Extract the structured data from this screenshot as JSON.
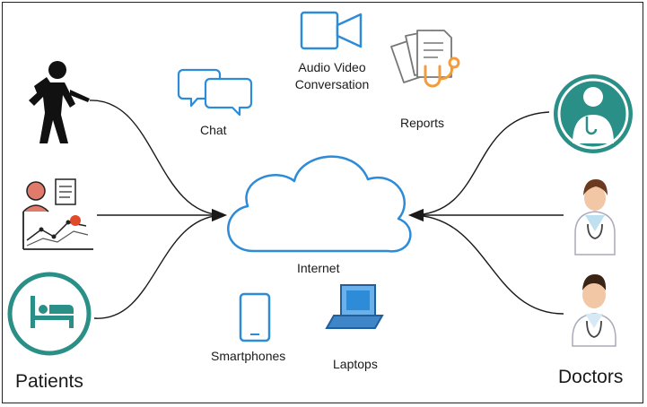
{
  "labels": {
    "chat": "Chat",
    "audio_video_line1": "Audio Video",
    "audio_video_line2": "Conversation",
    "reports": "Reports",
    "internet": "Internet",
    "smartphones": "Smartphones",
    "laptops": "Laptops",
    "patients": "Patients",
    "doctors": "Doctors"
  },
  "colors": {
    "accent_blue": "#2e8bd8",
    "teal": "#2a8f86",
    "orange": "#f39c3d",
    "line": "#1a1a1a"
  },
  "icons": [
    "patient-injured-icon",
    "patient-data-icon",
    "patient-bed-icon",
    "chat-icon",
    "video-camera-icon",
    "reports-stethoscope-icon",
    "cloud-icon",
    "smartphone-icon",
    "laptop-icon",
    "doctor-avatar-icon",
    "doctor-female-icon",
    "doctor-male-icon"
  ]
}
